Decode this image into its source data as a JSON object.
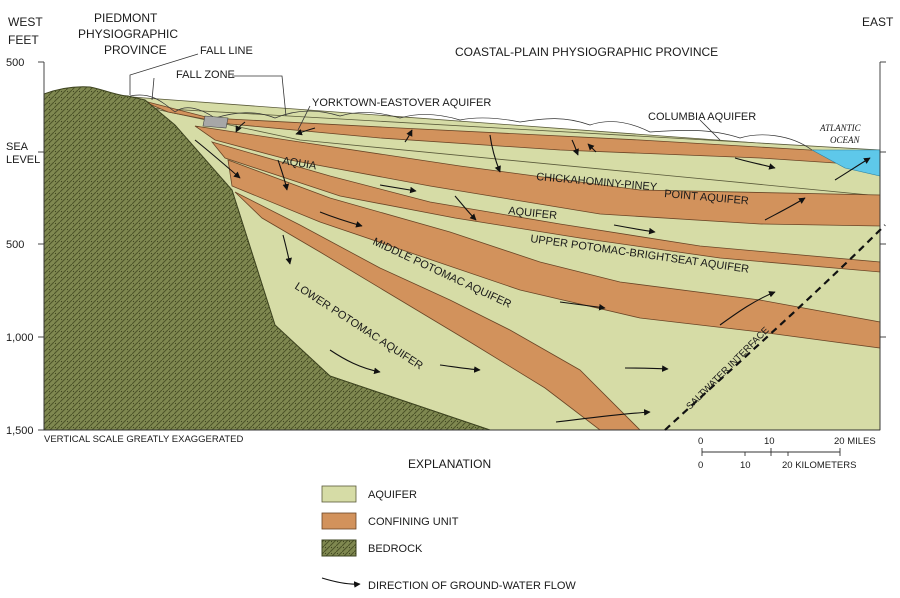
{
  "orientation": {
    "west": "WEST",
    "east": "EAST"
  },
  "axis": {
    "unit": "FEET",
    "ticks": [
      "500",
      "SEA",
      "LEVEL",
      "500",
      "1,000",
      "1,500"
    ]
  },
  "provinces": {
    "piedmont": [
      "PIEDMONT",
      "PHYSIOGRAPHIC",
      "PROVINCE"
    ],
    "coastal_plain": "COASTAL-PLAIN PHYSIOGRAPHIC PROVINCE"
  },
  "callouts": {
    "fall_line": "FALL LINE",
    "fall_zone": "FALL ZONE",
    "yorktown": "YORKTOWN-EASTOVER AQUIFER",
    "columbia": "COLUMBIA AQUIFER",
    "ocean": [
      "ATLANTIC",
      "OCEAN"
    ]
  },
  "units": {
    "aquia": "AQUIA",
    "aquia_aquifer": "AQUIFER",
    "chickahominy": "CHICKAHOMINY-PINEY",
    "point_aquifer": "POINT AQUIFER",
    "upper_potomac": "UPPER POTOMAC-BRIGHTSEAT AQUIFER",
    "middle_potomac": "MIDDLE POTOMAC AQUIFER",
    "lower_potomac": "LOWER POTOMAC AQUIFER",
    "saltwater": "SALTWATER INTERFACE"
  },
  "vertical_note": "VERTICAL SCALE GREATLY EXAGGERATED",
  "scale_bar": {
    "miles": [
      "0",
      "10",
      "20 MILES"
    ],
    "kilometers": [
      "0",
      "10",
      "20 KILOMETERS"
    ]
  },
  "explanation": {
    "title": "EXPLANATION",
    "items": [
      "AQUIFER",
      "CONFINING UNIT",
      "BEDROCK"
    ],
    "flow": "DIRECTION OF GROUND-WATER FLOW"
  },
  "colors": {
    "aquifer": "#d6dca6",
    "confining_unit": "#d2925c",
    "bedrock": "#7f8850",
    "ocean": "#5ec8ea"
  }
}
